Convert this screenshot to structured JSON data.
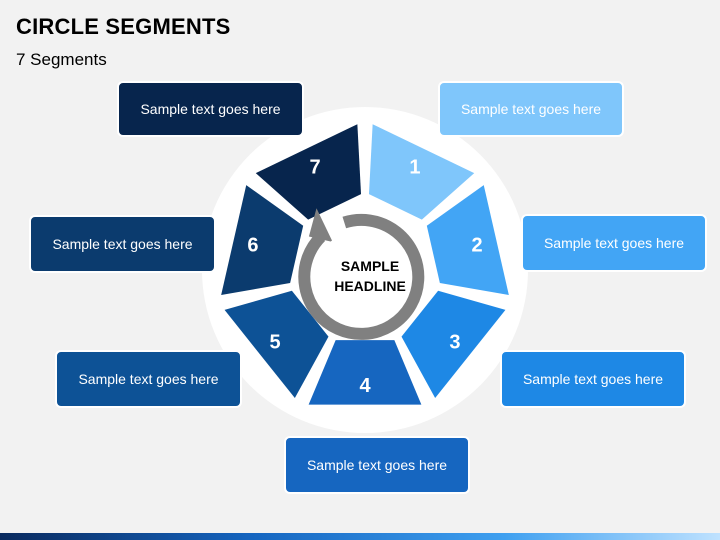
{
  "title": "CIRCLE SEGMENTS",
  "subtitle": "7 Segments",
  "center": {
    "line1": "SAMPLE",
    "line2": "HEADLINE"
  },
  "segments": [
    {
      "number": "1",
      "label": "Sample text goes here",
      "color": "#7fc6fb",
      "box_color": "#7fc6fb"
    },
    {
      "number": "2",
      "label": "Sample text goes here",
      "color": "#42a5f5",
      "box_color": "#42a5f5"
    },
    {
      "number": "3",
      "label": "Sample text goes here",
      "color": "#1e88e5",
      "box_color": "#1e88e5"
    },
    {
      "number": "4",
      "label": "Sample text goes here",
      "color": "#1666c0",
      "box_color": "#1666c0"
    },
    {
      "number": "5",
      "label": "Sample text goes here",
      "color": "#0d5296",
      "box_color": "#0d5296"
    },
    {
      "number": "6",
      "label": "Sample text goes here",
      "color": "#0b3b6e",
      "box_color": "#0b3b6e"
    },
    {
      "number": "7",
      "label": "Sample text goes here",
      "color": "#07254d",
      "box_color": "#07254d"
    }
  ],
  "colors": {
    "background": "#f2f2f2",
    "ring": "#ffffff",
    "arrow": "#808080"
  },
  "arrow_icon": "circular-arrow-icon"
}
